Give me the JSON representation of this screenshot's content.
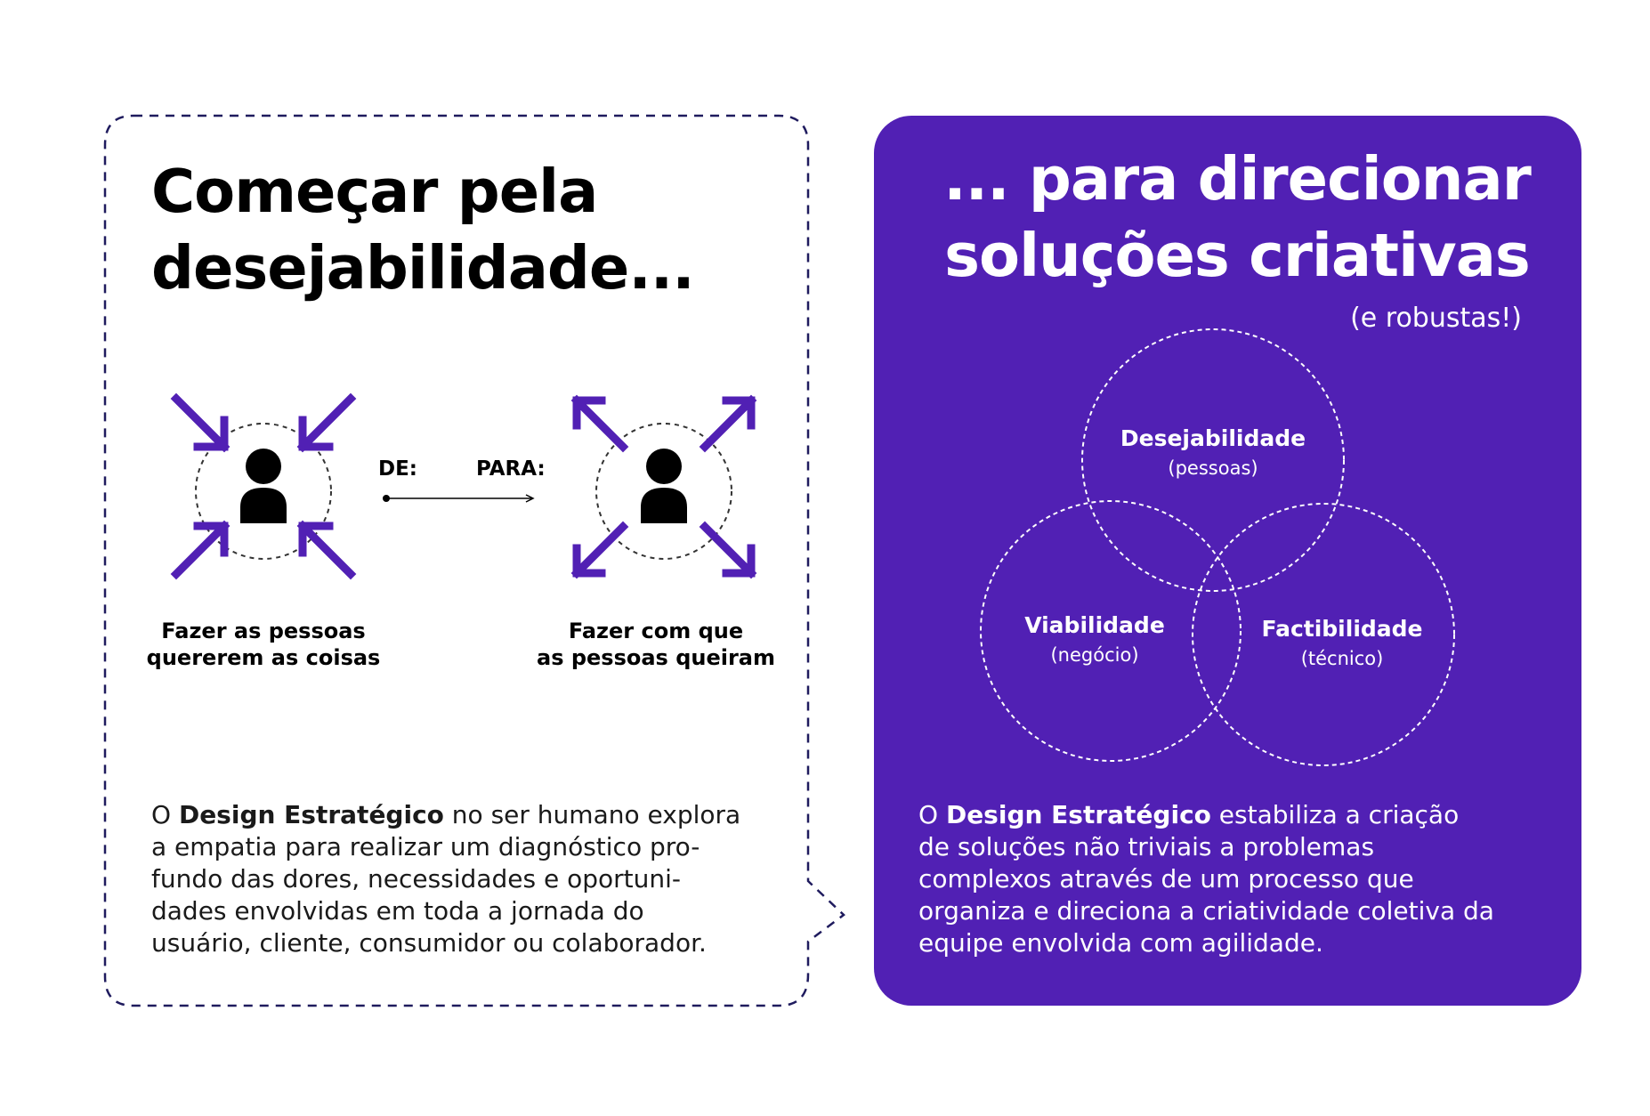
{
  "colors": {
    "accent": "#5120b4",
    "text": "#000000",
    "white": "#ffffff"
  },
  "left": {
    "title": "Começar pela\ndesejabilidade...",
    "from_label": "DE:",
    "to_label": "PARA:",
    "from_caption": "Fazer as pessoas\nquererem as coisas",
    "to_caption": "Fazer com que\nas pessoas queiram",
    "para_prefix": "O ",
    "para_bold": "Design Estratégico",
    "para_rest": " no ser humano explora\na empatia para realizar um diagnóstico pro-\nfundo das dores, necessidades e oportuni-\ndades envolvidas em toda a jornada do\nusuário, cliente, consumidor ou colaborador."
  },
  "right": {
    "title": "... para direcionar\nsoluções criativas",
    "subtitle": "(e robustas!)",
    "venn": {
      "top_label": "Desejabilidade",
      "top_sub": "(pessoas)",
      "left_label": "Viabilidade",
      "left_sub": "(negócio)",
      "right_label": "Factibilidade",
      "right_sub": "(técnico)"
    },
    "para_prefix": "O ",
    "para_bold": "Design Estratégico",
    "para_rest": " estabiliza a criação\nde soluções não triviais a problemas\ncomplexos através de um processo que\norganiza e direciona a criatividade coletiva da\nequipe envolvida com agilidade."
  }
}
